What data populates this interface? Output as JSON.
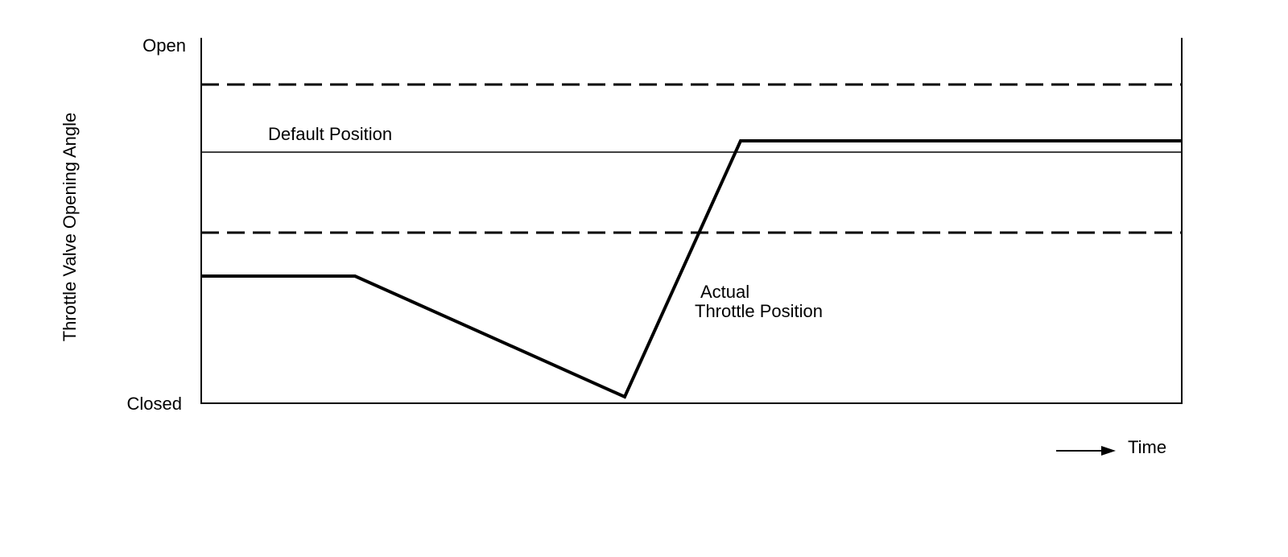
{
  "y_axis": {
    "label": "Throttle Valve Opening Angle",
    "top_label": "Open",
    "bottom_label": "Closed"
  },
  "x_axis": {
    "label": "Time"
  },
  "annotations": {
    "default_position": "Default Position",
    "actual_line1": "Actual",
    "actual_line2": "Throttle Position"
  },
  "colors": {
    "line": "#000000",
    "background": "#ffffff"
  }
}
